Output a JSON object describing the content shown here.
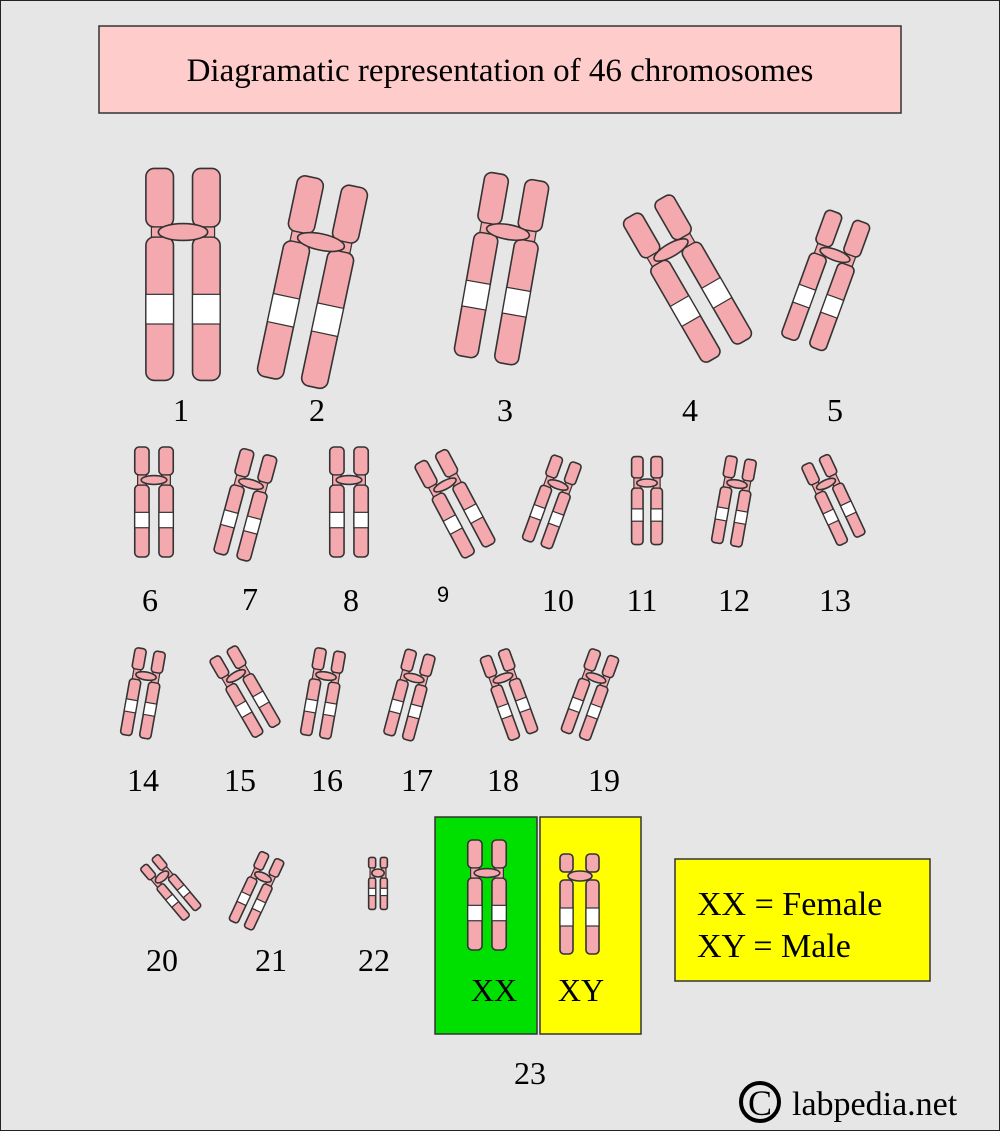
{
  "title": "Diagramatic representation of 46 chromosomes",
  "colors": {
    "background": "#e6e6e6",
    "title_box": "#ffcccc",
    "chromosome_fill": "#f4a9ae",
    "band_fill": "#ffffff",
    "outline": "#333333",
    "xx_box": "#00e000",
    "xy_box": "#ffff00",
    "legend_box": "#ffff00"
  },
  "chromosome_labels": [
    "1",
    "2",
    "3",
    "4",
    "5",
    "6",
    "7",
    "8",
    "9",
    "10",
    "11",
    "12",
    "13",
    "14",
    "15",
    "16",
    "17",
    "18",
    "19",
    "20",
    "21",
    "22",
    "23"
  ],
  "sex_chromosomes": {
    "female_label": "XX",
    "male_label": "XY"
  },
  "legend": {
    "line1": "XX = Female",
    "line2": "XY = Male"
  },
  "watermark": {
    "symbol": "C",
    "text": "labpedia.net"
  }
}
